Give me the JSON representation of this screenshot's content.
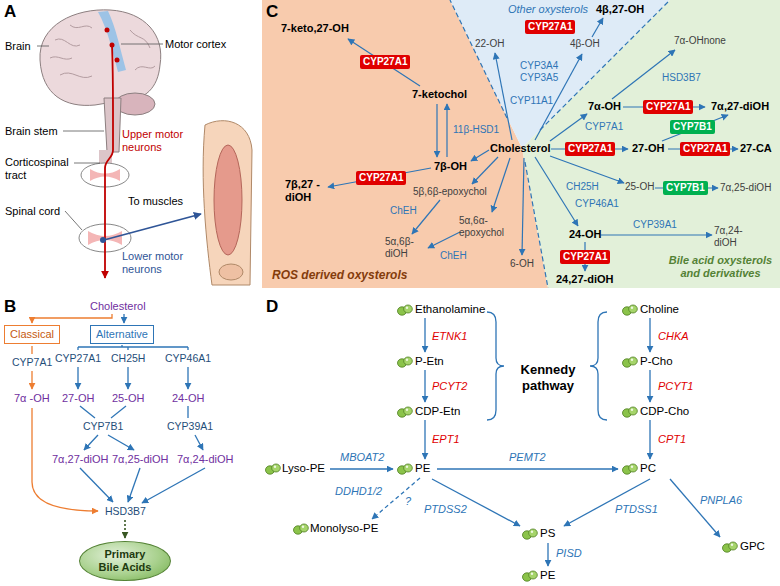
{
  "diagram": {
    "nodes": [
      {
        "text": [
          "Classical"
        ]
      },
      {
        "text": [
          "Alternative"
        ]
      },
      {
        "text": [
          "Primary Bile Acids"
        ]
      },
      {
        "text": [
          "CYP27A1"
        ]
      },
      {
        "text": [
          "CYP27A1"
        ]
      },
      {
        "text": [
          "CYP27A1"
        ]
      },
      {
        "text": [
          "CYP7B1"
        ]
      },
      {
        "text": [
          "CYP27A1"
        ]
      },
      {
        "text": [
          "CYP27A1"
        ]
      },
      {
        "text": [
          "CYP27A1"
        ]
      },
      {
        "text": [
          "CYP7B1"
        ]
      },
      {
        "text": [
          "CYP27A1"
        ]
      }
    ],
    "labels": [
      "A",
      "Brain",
      "Motor cortex",
      "Brain stem",
      "Upper motor neurons",
      "Corticospinal tract",
      "Spinal cord",
      "To muscles",
      "Lower motor neurons",
      "B",
      "Cholesterol",
      "CYP7A1",
      "CYP27A1",
      "CH25H",
      "CYP46A1",
      "7α -OH",
      "27-OH",
      "25-OH",
      "24-OH",
      "CYP7B1",
      "CYP39A1",
      "7α,27-diOH",
      "7α,25-diOH",
      "7α,24-diOH",
      "HSD3B7",
      "C",
      "Other oxysterols",
      "7-keto,27-OH",
      "4β,27-OH",
      "22-OH",
      "4β-OH",
      "7α-OHnone",
      "CYP3A4",
      "CYP3A5",
      "HSD3B7",
      "CYP11A1",
      "7-ketochol",
      "7α-OH",
      "7α,27-diOH",
      "11β-HSD1",
      "CYP7A1",
      "Cholesterol",
      "27-OH",
      "27-CA",
      "7β-OH",
      "7β,27 -diOH",
      "CH25H",
      "25-OH",
      "7α,25-diOH",
      "5β,6β-epoxychol",
      "CYP46A1",
      "ChEH",
      "5α,6α- epoxychol",
      "CYP39A1",
      "24-OH",
      "7α,24- diOH",
      "ChEH",
      "5α,6β- diOH",
      "6-OH",
      "24,27-diOH",
      "ROS derived oxysterols",
      "Bile acid oxysterols and derivatives",
      "D",
      "Ethanolamine",
      "Choline",
      "ETNK1",
      "CHKA",
      "P-Etn",
      "P-Cho",
      "Kennedy pathway",
      "PCYT2",
      "PCYT1",
      "CDP-Etn",
      "CDP-Cho",
      "EPT1",
      "CPT1",
      "MBOAT2",
      "PEMT2",
      "Lyso-PE",
      "PE",
      "PC",
      "DDHD1/2",
      "?",
      "PTDSS2",
      "PTDSS1",
      "PNPLA6",
      "Monolyso-PE",
      "PS",
      "GPC",
      "PISD",
      "PE"
    ]
  }
}
